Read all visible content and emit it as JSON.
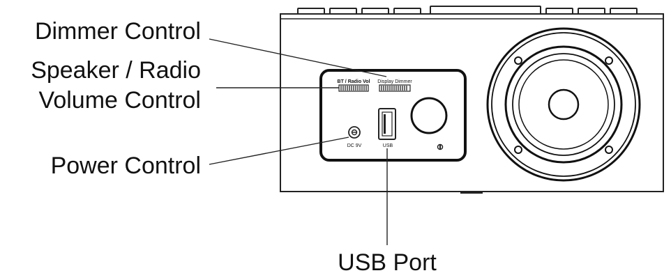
{
  "callouts": {
    "dimmer": "Dimmer Control",
    "volume_line1": "Speaker / Radio",
    "volume_line2": "Volume Control",
    "power": "Power Control",
    "usb": "USB Port"
  },
  "panel_labels": {
    "bt_radio_vol": "BT / Radio Vol",
    "display_dimmer": "Display Dimmer",
    "dc_in": "DC 9V",
    "usb": "USB"
  },
  "colors": {
    "stroke": "#222222",
    "text": "#111111"
  }
}
